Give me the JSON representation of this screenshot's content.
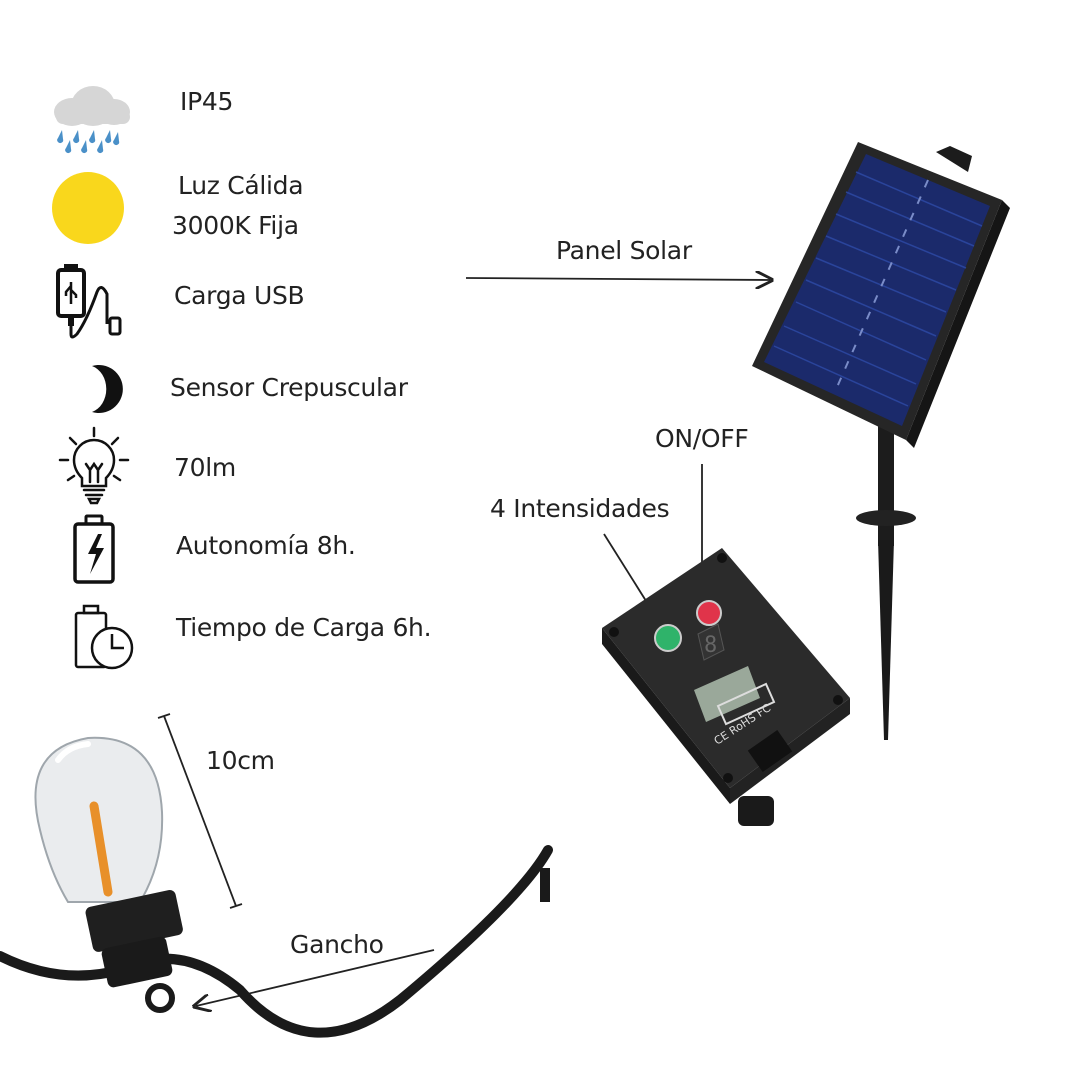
{
  "features": [
    {
      "icon": "rain-cloud-icon",
      "text": "IP45"
    },
    {
      "icon": "sun-circle-icon",
      "text": "Luz Cálida",
      "text2": "3000K Fija"
    },
    {
      "icon": "usb-cable-icon",
      "text": "Carga USB"
    },
    {
      "icon": "crescent-moon-icon",
      "text": "Sensor Crepuscular"
    },
    {
      "icon": "light-bulb-icon",
      "text": "70lm"
    },
    {
      "icon": "battery-bolt-icon",
      "text": "Autonomía 8h."
    },
    {
      "icon": "battery-clock-icon",
      "text": "Tiempo de Carga 6h."
    }
  ],
  "callouts": {
    "solar_panel": "Panel Solar",
    "on_off": "ON/OFF",
    "intensities": "4 Intensidades",
    "size": "10cm",
    "hook": "Gancho"
  },
  "controller": {
    "marks": "CE RoHS FC"
  },
  "colors": {
    "sun": "#F9D71C",
    "rain": "#4A90C8",
    "cloud": "#D6D6D6",
    "panel": "#1B2A6B",
    "device": "#2B2B2B",
    "green_button": "#2FB36A",
    "red_button": "#E0344A",
    "filament": "#E8902A"
  }
}
